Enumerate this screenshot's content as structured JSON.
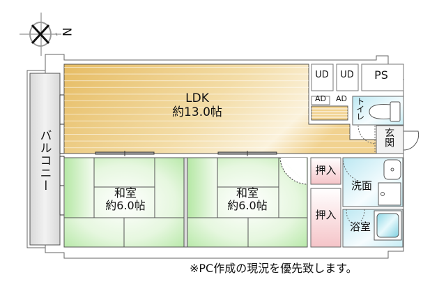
{
  "compass": {
    "label": "N",
    "icon": "compass-icon"
  },
  "rooms": {
    "ldk": {
      "name": "LDK",
      "size": "約13.0帖"
    },
    "washitsu1": {
      "name": "和室",
      "size": "約6.0帖"
    },
    "washitsu2": {
      "name": "和室",
      "size": "約6.0帖"
    },
    "balcony": {
      "name": "バルコニー"
    },
    "toilet": {
      "name": "トイレ"
    },
    "entrance": {
      "name": "玄関"
    },
    "closet1": {
      "name": "押入"
    },
    "closet2": {
      "name": "押入"
    },
    "washroom": {
      "name": "洗面"
    },
    "bathroom": {
      "name": "浴室"
    },
    "ud1": {
      "name": "UD"
    },
    "ud2": {
      "name": "UD"
    },
    "ps": {
      "name": "PS"
    },
    "ad1": {
      "name": "AD"
    },
    "ad2": {
      "name": "AD"
    }
  },
  "note": "※PC作成の現況を優先致します。",
  "colors": {
    "ldk_floor": "#E9C06A",
    "tatami": "#BDEBB0",
    "closet": "#F6C9CC",
    "wet_area": "#BFE9F2",
    "balcony": "#E2E2E2",
    "wall": "#444444"
  }
}
